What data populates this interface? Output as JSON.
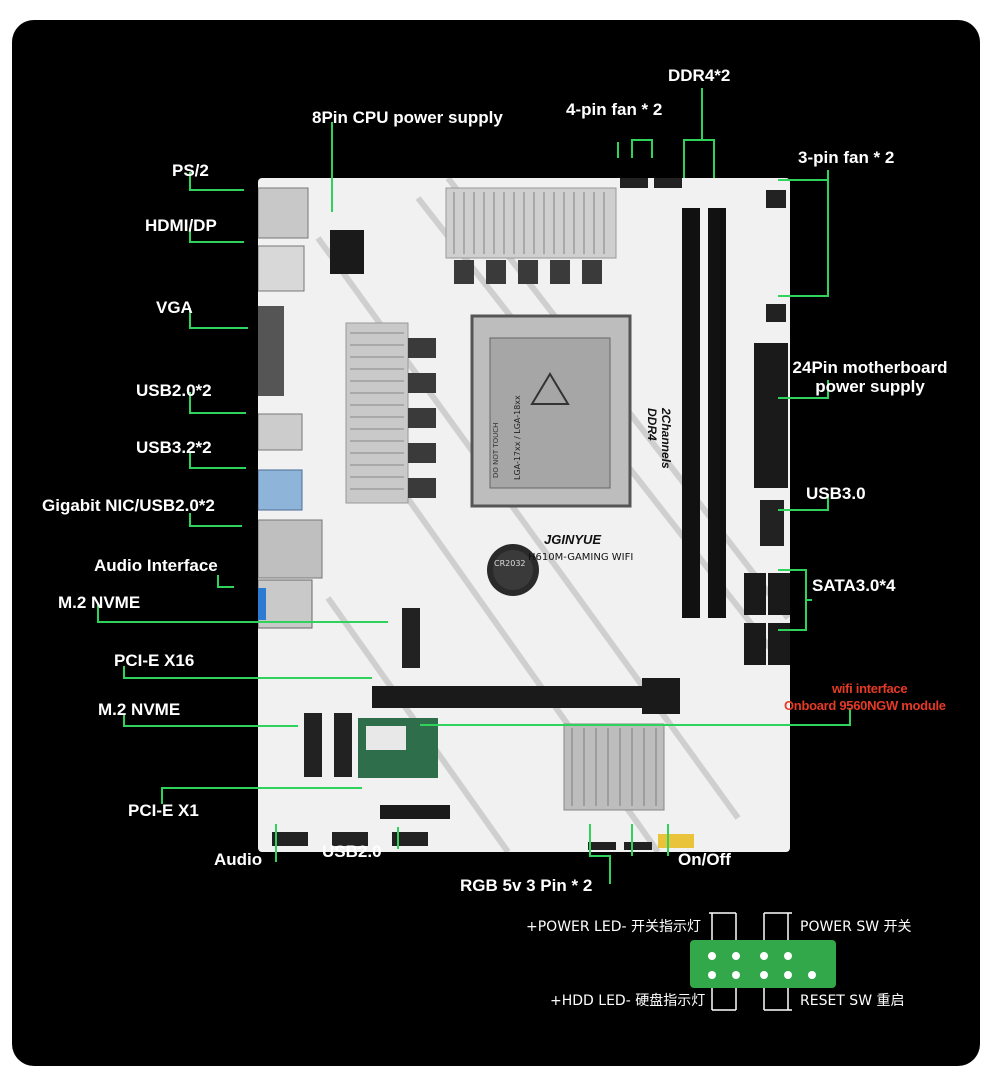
{
  "labels": {
    "ps2": "PS/2",
    "hdmi_dp": "HDMI/DP",
    "vga": "VGA",
    "usb20x2": "USB2.0*2",
    "usb32x2": "USB3.2*2",
    "nic": "Gigabit NIC/USB2.0*2",
    "audio_interface": "Audio Interface",
    "m2_nvme_top": "M.2 NVME",
    "pcie_x16": "PCI-E X16",
    "m2_nvme_bottom": "M.2 NVME",
    "pcie_x1": "PCI-E X1",
    "audio": "Audio",
    "usb20": "USB2.0",
    "rgb": "RGB 5v 3 Pin * 2",
    "onoff": "On/Off",
    "cpu_power": "8Pin CPU power supply",
    "fan4": "4-pin fan * 2",
    "ddr4x2": "DDR4*2",
    "fan3": "3-pin fan * 2",
    "atx24_line1": "24Pin motherboard",
    "atx24_line2": "power supply",
    "usb30": "USB3.0",
    "sata": "SATA3.0*4",
    "wifi_line1": "wifi interface",
    "wifi_line2": "Onboard 9560NGW module"
  },
  "board_text": {
    "brand": "JGINYUE",
    "model": "H610M-GAMING WIFI",
    "ddr_note_1": "2Channels",
    "ddr_note_2": "DDR4",
    "socket": "LGA-17xx / LGA-18xx",
    "socket_warn": "DO NOT TOUCH",
    "battery": "CR2032"
  },
  "front_panel": {
    "power_led": "+POWER LED- 开关指示灯",
    "power_sw": "POWER SW 开关",
    "hdd_led": "+HDD LED- 硬盘指示灯",
    "reset_sw": "RESET SW 重启"
  },
  "colors": {
    "panel": "#000000",
    "board": "#f1f1f1",
    "leader": "#2fd25a",
    "header": "#33a84a",
    "warning": "#e63a26"
  }
}
